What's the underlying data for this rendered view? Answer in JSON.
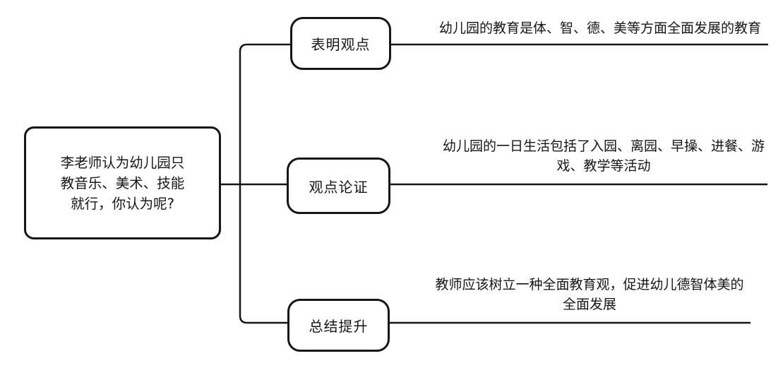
{
  "root": {
    "lines": [
      "李老师认为幼儿园只",
      "教音乐、美术、技能",
      "就行，你认为呢?"
    ]
  },
  "branches": [
    {
      "label": "表明观点",
      "note_lines": [
        "幼儿园的教育是体、智、德、美等方面全面发展的教育"
      ]
    },
    {
      "label": "观点论证",
      "note_lines": [
        "幼儿园的一日生活包括了入园、离园、早操、进餐、游",
        "戏、教学等活动"
      ]
    },
    {
      "label": "总结提升",
      "note_lines": [
        "教师应该树立一种全面教育观，促进幼儿德智体美的",
        "全面发展"
      ]
    }
  ],
  "colors": {
    "line": "#161616",
    "text": "#161616",
    "background": "#ffffff"
  }
}
